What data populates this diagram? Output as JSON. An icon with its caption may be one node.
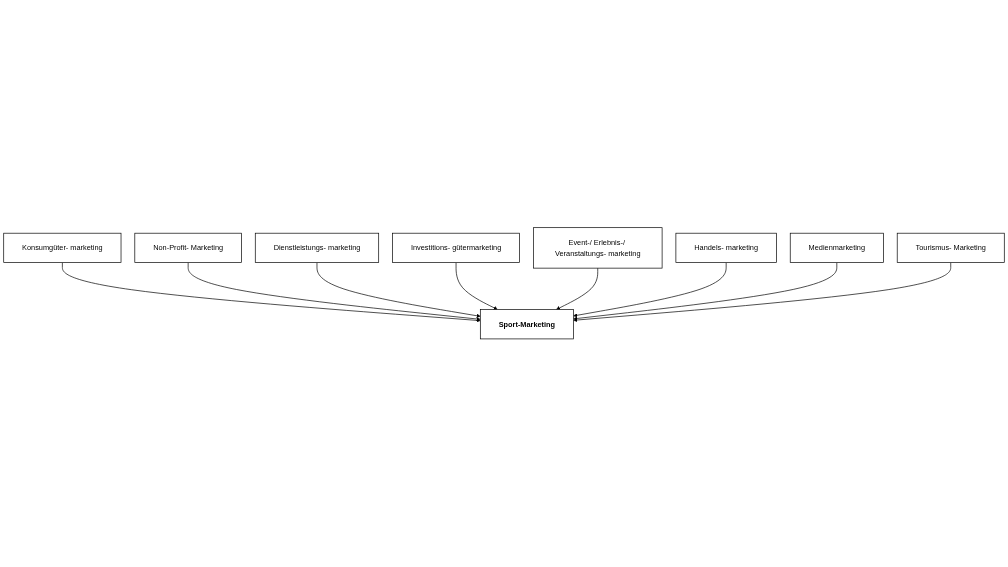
{
  "diagram": {
    "nodes": [
      {
        "text": [
          "Konsumgüter- marketing"
        ]
      },
      {
        "text": [
          "Non-Profit- Marketing"
        ]
      },
      {
        "text": [
          "Dienstleistungs- marketing"
        ]
      },
      {
        "text": [
          "Investitions- gütermarketing"
        ]
      },
      {
        "text": [
          "Sport-Marketing"
        ]
      },
      {
        "text": [
          "Event-/ Erlebnis-/ Veranstaltungs- marketing"
        ]
      },
      {
        "text": [
          "Handels- marketing"
        ]
      },
      {
        "text": [
          "Medienmarketing"
        ]
      },
      {
        "text": [
          "Tourismus- Marketing"
        ]
      }
    ],
    "edges": [
      {
        "from": 0,
        "to": 4,
        "arrow": "to"
      },
      {
        "from": 1,
        "to": 4,
        "arrow": "to"
      },
      {
        "from": 2,
        "to": 4,
        "arrow": "to"
      },
      {
        "from": 3,
        "to": 4,
        "arrow": "to"
      },
      {
        "from": 5,
        "to": 4,
        "arrow": "to"
      },
      {
        "from": 6,
        "to": 4,
        "arrow": "to"
      },
      {
        "from": 7,
        "to": 4,
        "arrow": "to"
      },
      {
        "from": 8,
        "to": 4,
        "arrow": "to"
      }
    ]
  }
}
